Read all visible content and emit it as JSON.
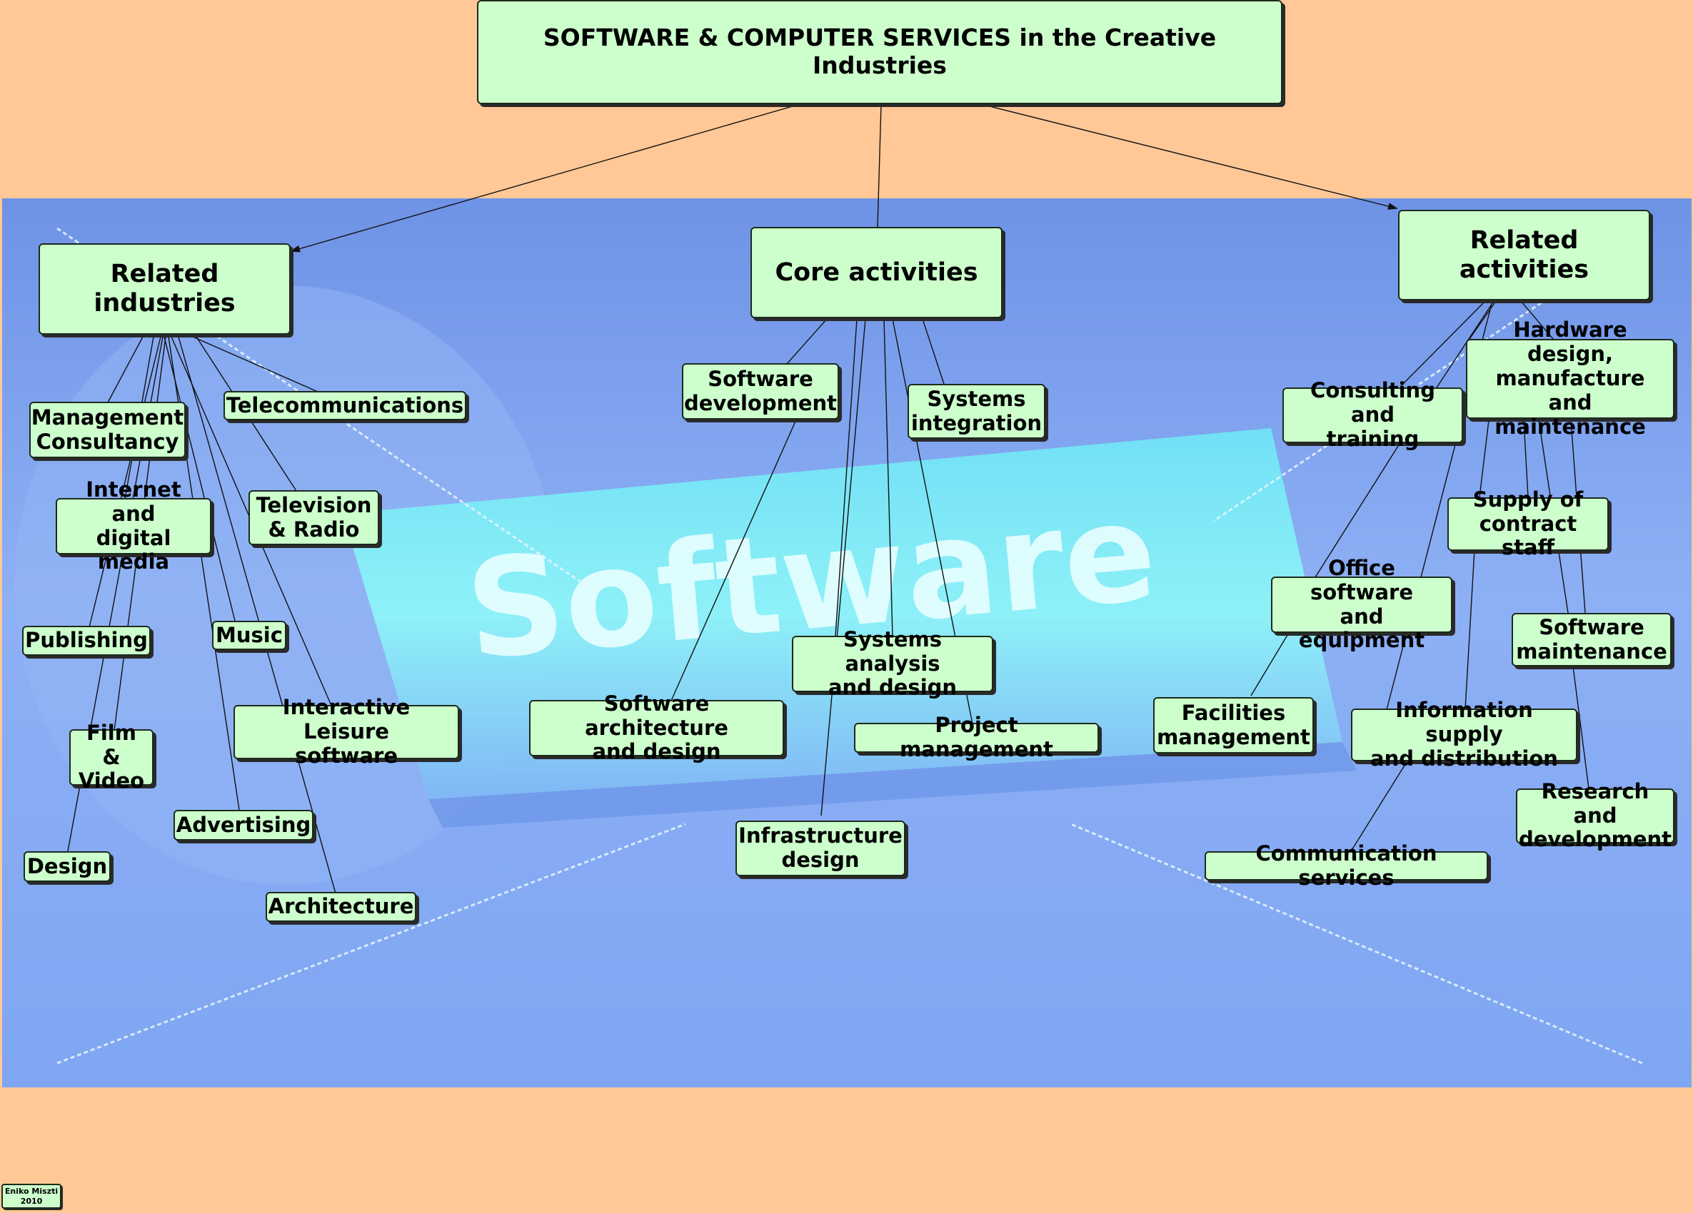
{
  "diagram": {
    "title": "SOFTWARE & COMPUTER SERVICES in the Creative Industries",
    "hubs": {
      "related_industries": "Related industries",
      "core_activities": "Core activities",
      "related_activities": "Related activities"
    },
    "related_industries": {
      "management_consultancy": "Management\nConsultancy",
      "telecommunications": "Telecommunications",
      "internet_digital_media": "Internet and\ndigital media",
      "television_radio": "Television\n& Radio",
      "publishing": "Publishing",
      "music": "Music",
      "film_video": "Film &\nVideo",
      "interactive_leisure_software": "Interactive Leisure\nsoftware",
      "advertising": "Advertising",
      "design": "Design",
      "architecture": "Architecture"
    },
    "core_activities": {
      "software_development": "Software\ndevelopment",
      "systems_integration": "Systems\nintegration",
      "systems_analysis_design": "Systems analysis\nand design",
      "software_architecture_design": "Software architecture\nand design",
      "project_management": "Project management",
      "infrastructure_design": "Infrastructure\ndesign"
    },
    "related_activities": {
      "hardware_design": "Hardware design,\nmanufacture and\nmaintenance",
      "consulting_training": "Consulting and\ntraining",
      "supply_contract_staff": "Supply of\ncontract staff",
      "office_software_equipment": "Office software\nand equipment",
      "software_maintenance": "Software\nmaintenance",
      "facilities_management": "Facilities\nmanagement",
      "information_supply_distribution": "Information supply\nand distribution",
      "research_development": "Research and\ndevelopment",
      "communication_services": "Communication services"
    },
    "credit": "Eniko Miszti\n2010",
    "background_banner_text": "Software",
    "colors": {
      "page_background": "#FFC896",
      "node_fill": "#CCFFCC",
      "banner_blue": "#7FA6F2",
      "key_cyan": "#8EF6F8"
    }
  }
}
